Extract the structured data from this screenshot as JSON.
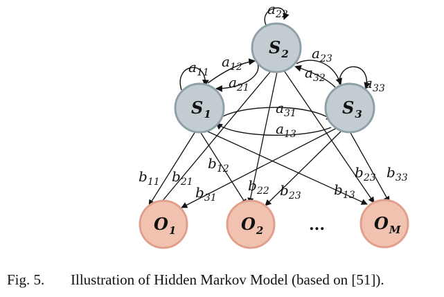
{
  "states": [
    {
      "id": "s1",
      "base": "S",
      "sub": "1"
    },
    {
      "id": "s2",
      "base": "S",
      "sub": "2"
    },
    {
      "id": "s3",
      "base": "S",
      "sub": "3"
    }
  ],
  "observations": [
    {
      "id": "o1",
      "base": "O",
      "sub": "1"
    },
    {
      "id": "o2",
      "base": "O",
      "sub": "2"
    },
    {
      "id": "om",
      "base": "O",
      "sub": "M"
    }
  ],
  "ellipsis": "...",
  "transitions": [
    {
      "base": "a",
      "sub": "11"
    },
    {
      "base": "a",
      "sub": "12"
    },
    {
      "base": "a",
      "sub": "21"
    },
    {
      "base": "a",
      "sub": "22"
    },
    {
      "base": "a",
      "sub": "23"
    },
    {
      "base": "a",
      "sub": "32"
    },
    {
      "base": "a",
      "sub": "33"
    },
    {
      "base": "a",
      "sub": "31"
    },
    {
      "base": "a",
      "sub": "13"
    }
  ],
  "emissions": [
    {
      "base": "b",
      "sub": "11"
    },
    {
      "base": "b",
      "sub": "21"
    },
    {
      "base": "b",
      "sub": "12"
    },
    {
      "base": "b",
      "sub": "31"
    },
    {
      "base": "b",
      "sub": "22"
    },
    {
      "base": "b",
      "sub": "23"
    },
    {
      "base": "b",
      "sub": "23"
    },
    {
      "base": "b",
      "sub": "13"
    },
    {
      "base": "b",
      "sub": "33"
    }
  ],
  "colors": {
    "state_fill": "#c3cdd1",
    "state_stroke": "#8fa0a8",
    "obs_fill": "#f2c2b0",
    "obs_stroke": "#e0a08b",
    "edge": "#111111"
  },
  "caption": {
    "fig_label": "Fig. 5.",
    "text": "Illustration of Hidden Markov Model (based on [51])."
  }
}
